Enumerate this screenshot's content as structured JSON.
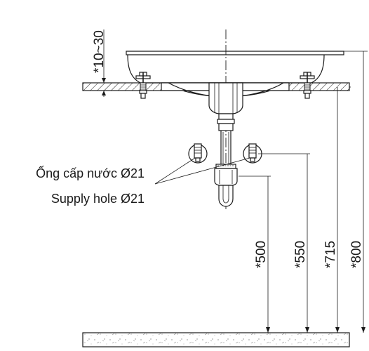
{
  "dimensions": {
    "gap": "*10~30",
    "d500": "*500",
    "d550": "*550",
    "d715": "*715",
    "d800": "*800"
  },
  "labels": {
    "supply_vi": "Ống cấp nước Ø21",
    "supply_en": "Supply hole Ø21"
  },
  "colors": {
    "line": "#1a1a1a",
    "background": "#ffffff"
  }
}
